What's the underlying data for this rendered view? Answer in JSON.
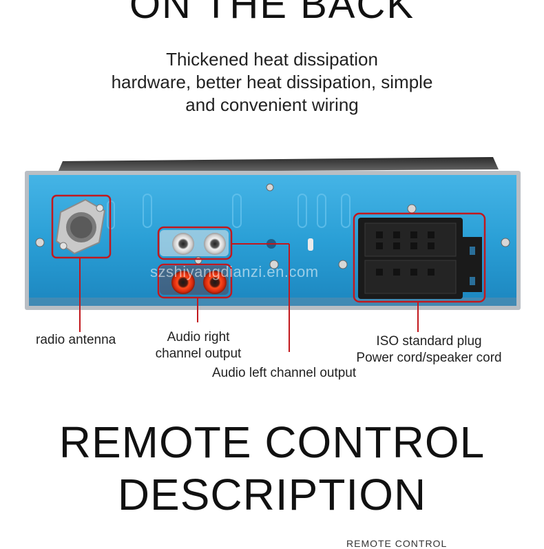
{
  "top_heading": "ON THE BACK",
  "subtitle": {
    "line1": "Thickened heat dissipation",
    "line2": "hardware, better heat dissipation, simple",
    "line3": "and convenient wiring"
  },
  "watermark": "szshiyangdianzi.en.com",
  "callouts": {
    "antenna": "radio antenna",
    "right_output_line1": "Audio right",
    "right_output_line2": "channel output",
    "left_output": "Audio left channel output",
    "iso_line1": "ISO standard plug",
    "iso_line2": "Power cord/speaker cord"
  },
  "section_heading": {
    "line1": "REMOTE CONTROL",
    "line2": "DESCRIPTION"
  },
  "footer_partial": "REMOTE CONTROL",
  "colors": {
    "callout_red": "#c2181d",
    "panel_blue": "#2a9fd6",
    "text": "#111111"
  }
}
